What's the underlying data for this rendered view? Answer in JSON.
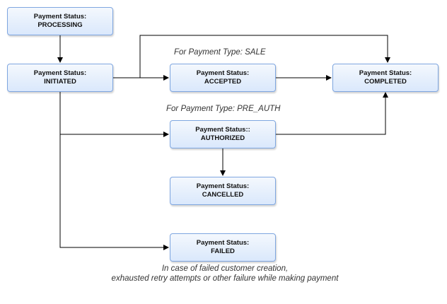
{
  "nodes": {
    "processing": {
      "line1": "Payment Status:",
      "line2": "PROCESSING"
    },
    "initiated": {
      "line1": "Payment Status:",
      "line2": "INITIATED"
    },
    "accepted": {
      "line1": "Payment Status:",
      "line2": "ACCEPTED"
    },
    "completed": {
      "line1": "Payment Status:",
      "line2": "COMPLETED"
    },
    "authorized": {
      "line1": "Payment Status::",
      "line2": "AUTHORIZED"
    },
    "cancelled": {
      "line1": "Payment Status:",
      "line2": "CANCELLED"
    },
    "failed": {
      "line1": "Payment Status:",
      "line2": "FAILED"
    }
  },
  "notes": {
    "sale": "For Payment Type: SALE",
    "pre_auth": "For Payment Type: PRE_AUTH",
    "failed_line1": "In case of failed customer creation,",
    "failed_line2": "exhausted retry attempts or other failure while making payment"
  },
  "colors": {
    "node_fill": "#dae8fc",
    "node_border": "#7ea6e0",
    "edge": "#000000"
  }
}
